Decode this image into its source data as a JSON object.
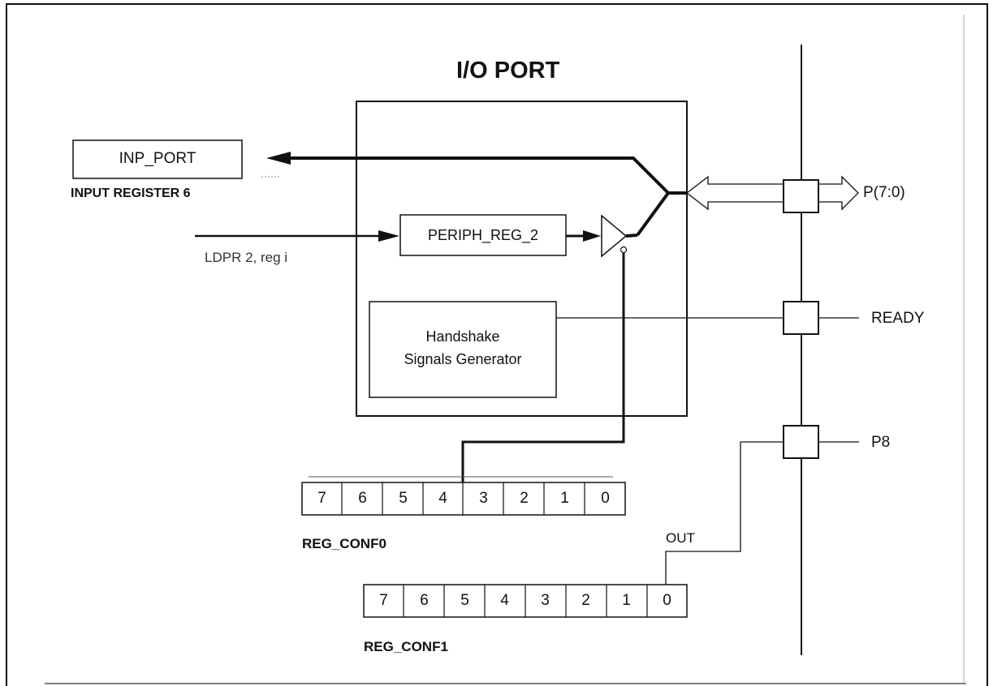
{
  "diagram": {
    "title": "I/O PORT",
    "inp_port_label": "INP_PORT",
    "input_register_caption": "INPUT REGISTER 6",
    "periph_reg_label": "PERIPH_REG_2",
    "ldpr_label": "LDPR 2, reg i",
    "handshake_line1": "Handshake",
    "handshake_line2": "Signals Generator",
    "bus_label": "P(7:0)",
    "ready_label": "READY",
    "p8_label": "P8",
    "out_label": "OUT",
    "reg_conf0_caption": "REG_CONF0",
    "reg_conf1_caption": "REG_CONF1",
    "reg_conf0_bits": [
      "7",
      "6",
      "5",
      "4",
      "3",
      "2",
      "1",
      "0"
    ],
    "reg_conf1_bits": [
      "7",
      "6",
      "5",
      "4",
      "3",
      "2",
      "1",
      "0"
    ]
  }
}
